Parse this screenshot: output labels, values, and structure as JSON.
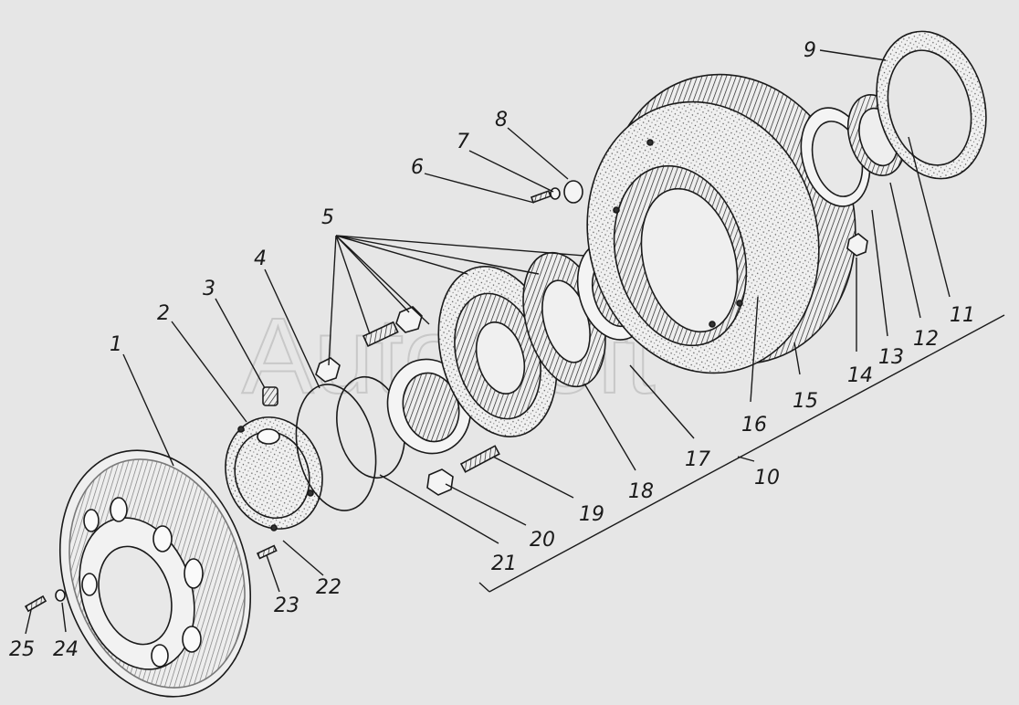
{
  "watermark": "AutoSoft",
  "background": "#e6e6e6",
  "callouts": [
    "1",
    "2",
    "3",
    "4",
    "5",
    "6",
    "7",
    "8",
    "9",
    "10",
    "11",
    "12",
    "13",
    "14",
    "15",
    "16",
    "17",
    "18",
    "19",
    "20",
    "21",
    "22",
    "23",
    "24",
    "25"
  ]
}
